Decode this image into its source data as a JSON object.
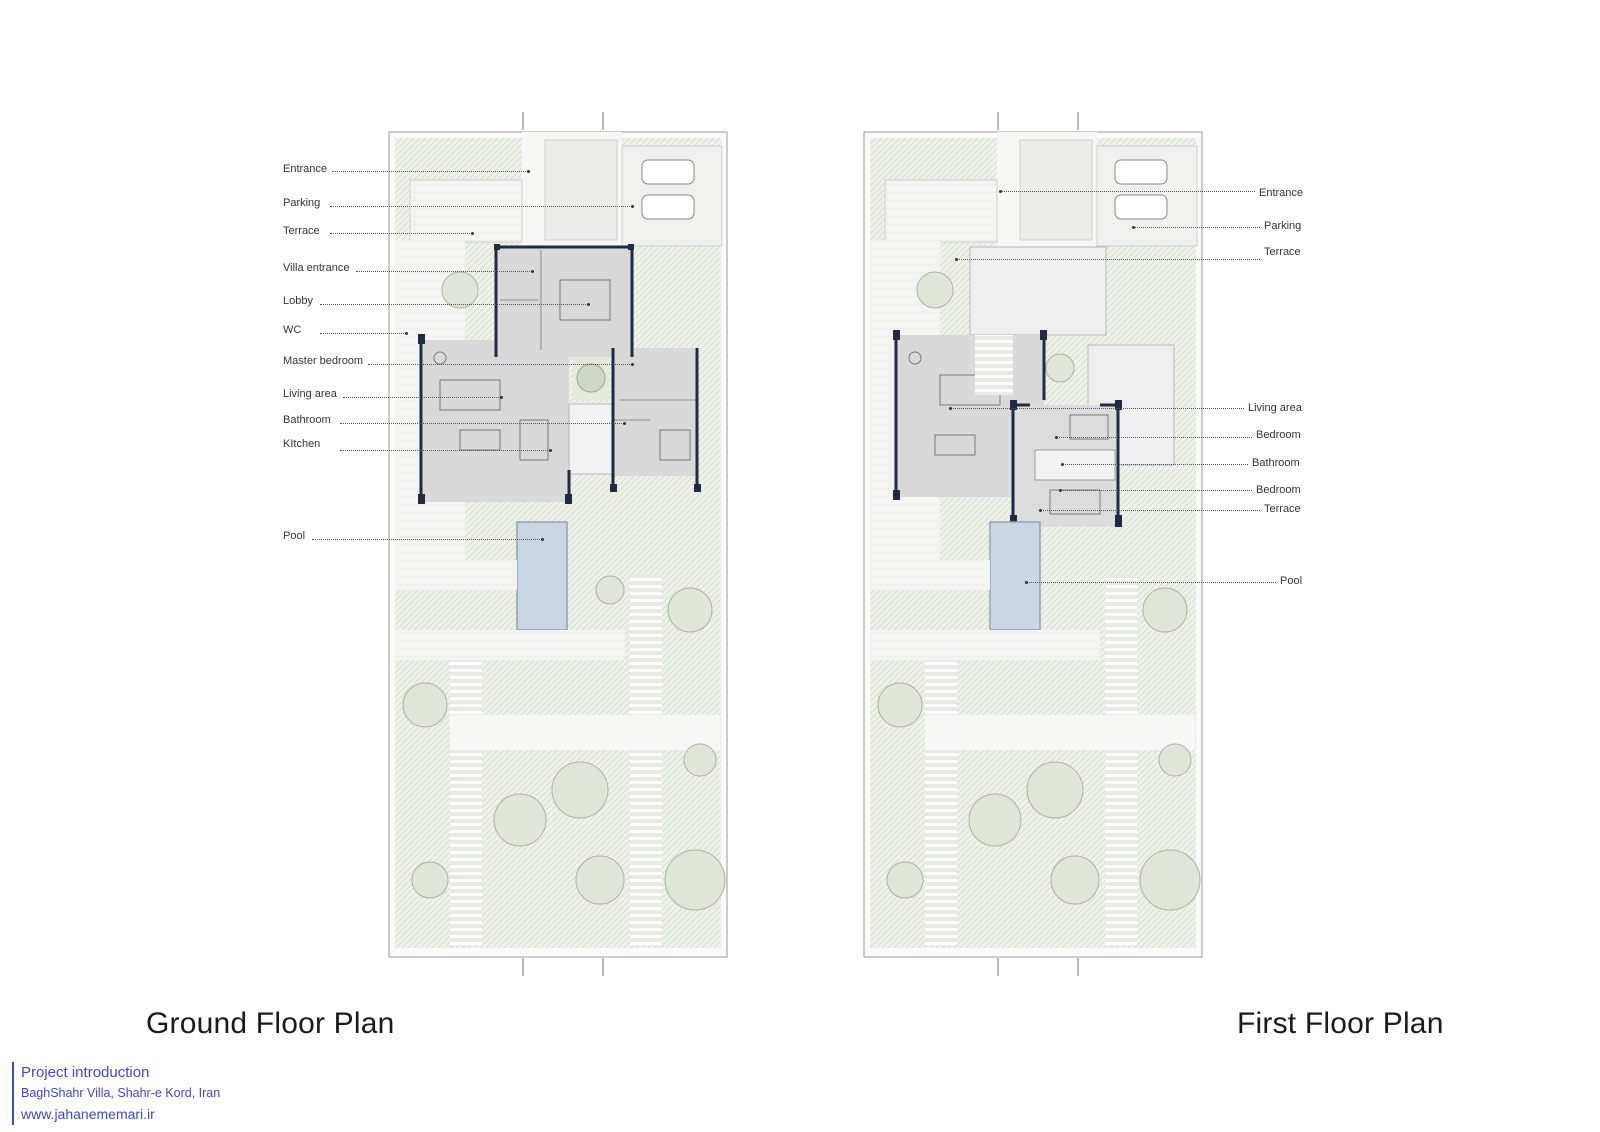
{
  "plans": {
    "ground": {
      "title": "Ground Floor Plan",
      "labels": [
        "Entrance",
        "Parking",
        "Terrace",
        "Villa entrance",
        "Lobby",
        "WC",
        "Master bedroom",
        "Living area",
        "Bathroom",
        "KItchen",
        "Pool"
      ]
    },
    "first": {
      "title": "First Floor Plan",
      "labels": [
        "Entrance",
        "Parking",
        "Terrace",
        "Living area",
        "Bedroom",
        "Bathroom",
        "Bedroom",
        "Terrace",
        "Pool"
      ]
    }
  },
  "credits": {
    "intro": "Project introduction",
    "project": "BaghShahr Villa, Shahr-e Kord, Iran",
    "website": "www.jahanememari.ir"
  },
  "colors": {
    "garden": "#e6ecdf",
    "room_fill": "#d9d9d9",
    "wall": "#1f2a44",
    "pool": "#c9d6e3",
    "credit_text": "#3f48cc"
  }
}
